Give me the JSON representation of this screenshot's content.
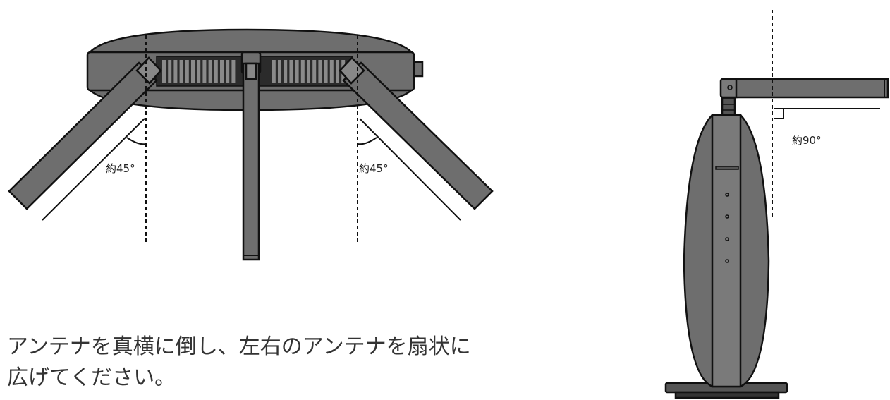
{
  "labels": {
    "angle_left": "約45°",
    "angle_right": "約45°",
    "angle_side": "約90°"
  },
  "caption": {
    "line1": "アンテナを真横に倒し、左右のアンテナを扇状に",
    "line2": "広げてください。"
  },
  "colors": {
    "body_fill": "#6e6e6e",
    "body_dark": "#555555",
    "outline": "#111111",
    "text": "#333333"
  }
}
